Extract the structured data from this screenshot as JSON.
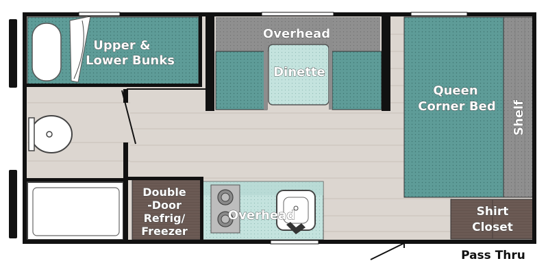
{
  "floorplan": {
    "labels": {
      "bunks_line1": "Upper &",
      "bunks_line2": "Lower Bunks",
      "overhead_top": "Overhead",
      "dinette": "Dinette",
      "bed_line1": "Queen",
      "bed_line2": "Corner Bed",
      "shelf": "Shelf",
      "fridge_line1": "Double",
      "fridge_line2": "-Door",
      "fridge_line3": "Refrig/",
      "fridge_line4": "Freezer",
      "overhead_kitchen": "Overhead",
      "closet_line1": "Shirt",
      "closet_line2": "Closet",
      "pass_thru": "Pass Thru"
    },
    "colors": {
      "wall": "#111111",
      "floor": "#dcd6d0",
      "teal": "#5e9c98",
      "teal_light": "#bfe0db",
      "gray": "#8c8c8c",
      "brown": "#6e5e58",
      "white": "#ffffff"
    }
  }
}
